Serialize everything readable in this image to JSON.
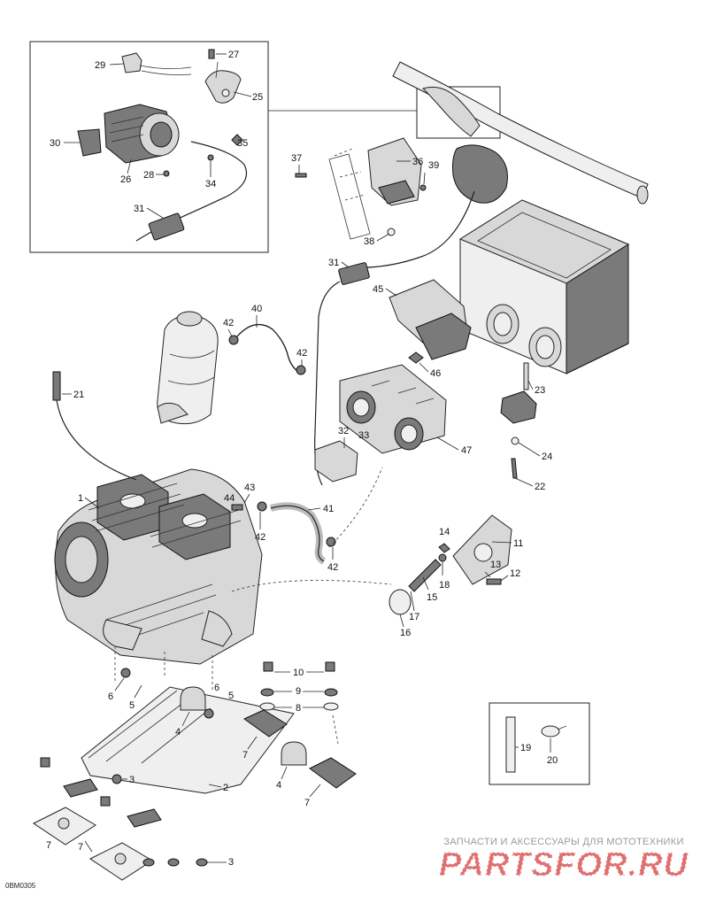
{
  "callouts": {
    "c1": "1",
    "c2": "2",
    "c3a": "3",
    "c3b": "3",
    "c4a": "4",
    "c4b": "4",
    "c5a": "5",
    "c5b": "5",
    "c6a": "6",
    "c6b": "6",
    "c7a": "7",
    "c7b": "7",
    "c7c": "7",
    "c7d": "7",
    "c8": "8",
    "c9": "9",
    "c10": "10",
    "c11": "11",
    "c12": "12",
    "c13": "13",
    "c14": "14",
    "c15": "15",
    "c16": "16",
    "c17": "17",
    "c18": "18",
    "c19": "19",
    "c20": "20",
    "c21": "21",
    "c22": "22",
    "c23": "23",
    "c24": "24",
    "c25": "25",
    "c26": "26",
    "c27": "27",
    "c28": "28",
    "c29": "29",
    "c30": "30",
    "c31a": "31",
    "c31b": "31",
    "c32": "32",
    "c33": "33",
    "c34": "34",
    "c35": "35",
    "c36": "36",
    "c37": "37",
    "c38": "38",
    "c39": "39",
    "c40": "40",
    "c41": "41",
    "c42a": "42",
    "c42b": "42",
    "c42c": "42",
    "c42d": "42",
    "c43": "43",
    "c44": "44",
    "c45": "45",
    "c46": "46",
    "c47": "47"
  },
  "footer": {
    "code": "0BM0305"
  },
  "watermark": {
    "caption": "ЗАПЧАСТИ И АКСЕССУАРЫ ДЛЯ МОТОТЕХНИКИ",
    "logo_text": "PARTSFOR.RU",
    "color": "#e07070"
  },
  "colors": {
    "ink": "#222222",
    "fill": "#d8d8d8",
    "dark": "#7a7a7a"
  }
}
